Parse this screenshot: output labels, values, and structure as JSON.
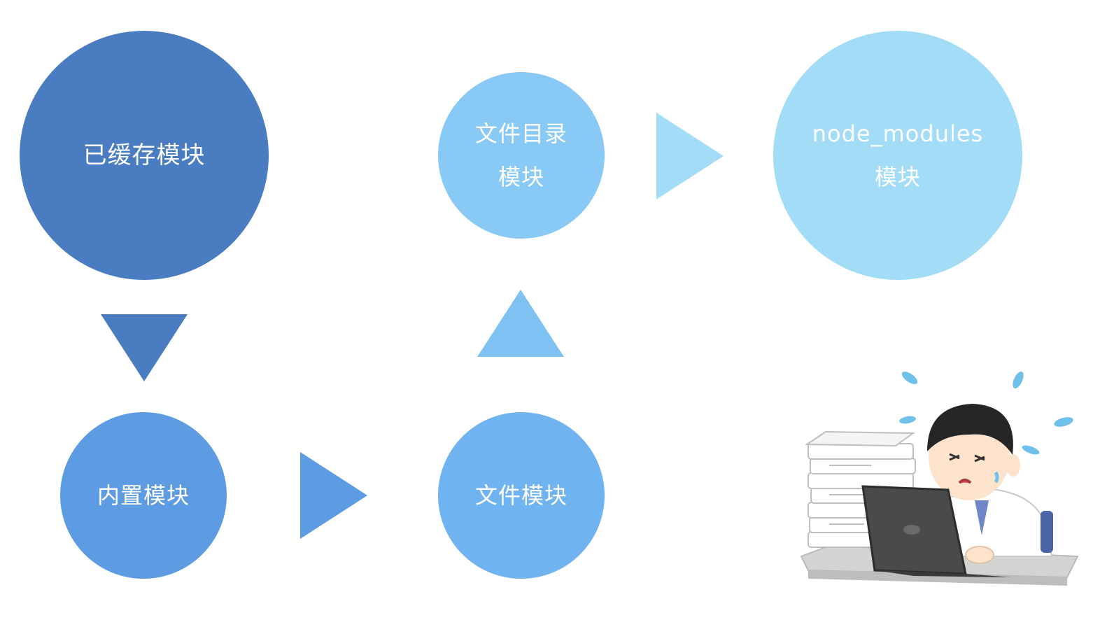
{
  "nodes": {
    "cached": {
      "line1": "已缓存模块",
      "color": "#4a7cc2"
    },
    "builtin": {
      "line1": "内置模块",
      "color": "#5d9be3"
    },
    "file": {
      "line1": "文件模块",
      "color": "#6fb3f0"
    },
    "directory": {
      "line1": "文件目录",
      "line2": "模块",
      "color": "#88c9f5"
    },
    "node_modules": {
      "line1": "node_modules",
      "line2": "模块",
      "color": "#a3dcf7"
    }
  },
  "arrows": {
    "cached_to_builtin": {
      "direction": "down",
      "color": "#4a7cc2"
    },
    "builtin_to_file": {
      "direction": "right",
      "color": "#5d9be3"
    },
    "file_to_directory": {
      "direction": "up",
      "color": "#7fc1f3"
    },
    "directory_to_node_modules": {
      "direction": "right",
      "color": "#a3dcf7"
    }
  },
  "illustration": {
    "name": "stressed-office-worker-with-laptop-and-paper-stack"
  }
}
